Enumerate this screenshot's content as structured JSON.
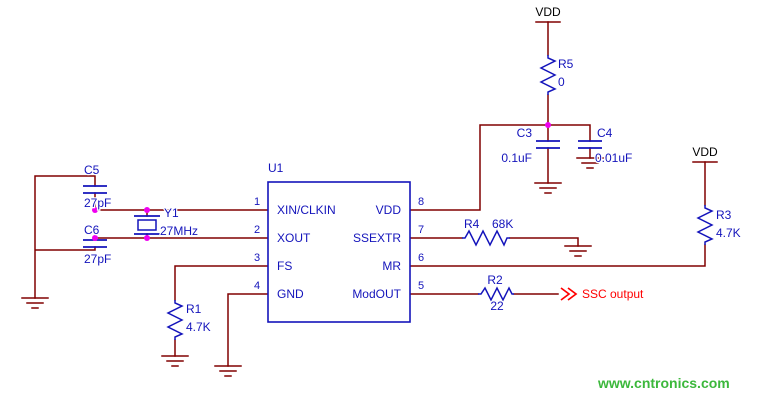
{
  "schematic": {
    "ic": {
      "ref": "U1",
      "left_pins": [
        {
          "num": "1",
          "name": "XIN/CLKIN"
        },
        {
          "num": "2",
          "name": "XOUT"
        },
        {
          "num": "3",
          "name": "FS"
        },
        {
          "num": "4",
          "name": "GND"
        }
      ],
      "right_pins": [
        {
          "num": "8",
          "name": "VDD"
        },
        {
          "num": "7",
          "name": "SSEXTR"
        },
        {
          "num": "6",
          "name": "MR"
        },
        {
          "num": "5",
          "name": "ModOUT"
        }
      ]
    },
    "resistors": {
      "r1": {
        "ref": "R1",
        "value": "4.7K"
      },
      "r2": {
        "ref": "R2",
        "value": "22"
      },
      "r3": {
        "ref": "R3",
        "value": "4.7K"
      },
      "r4": {
        "ref": "R4",
        "value": "68K"
      },
      "r5": {
        "ref": "R5",
        "value": "0"
      }
    },
    "capacitors": {
      "c3": {
        "ref": "C3",
        "value": "0.1uF"
      },
      "c4": {
        "ref": "C4",
        "value": "0.01uF"
      },
      "c5": {
        "ref": "C5",
        "value": "27pF"
      },
      "c6": {
        "ref": "C6",
        "value": "27pF"
      }
    },
    "crystal": {
      "ref": "Y1",
      "value": "27MHz"
    },
    "power": {
      "vdd_top": "VDD",
      "vdd_right": "VDD"
    },
    "net_labels": {
      "ssc_output": "SSC output"
    },
    "watermark": "www.cntronics.com",
    "colors": {
      "wire": "#800000",
      "part": "#1414bb",
      "junction": "#ef00ef",
      "net_flag": "#ff0000",
      "watermark": "#3cb83c",
      "power_text": "#000000",
      "background": "#ffffff"
    }
  }
}
